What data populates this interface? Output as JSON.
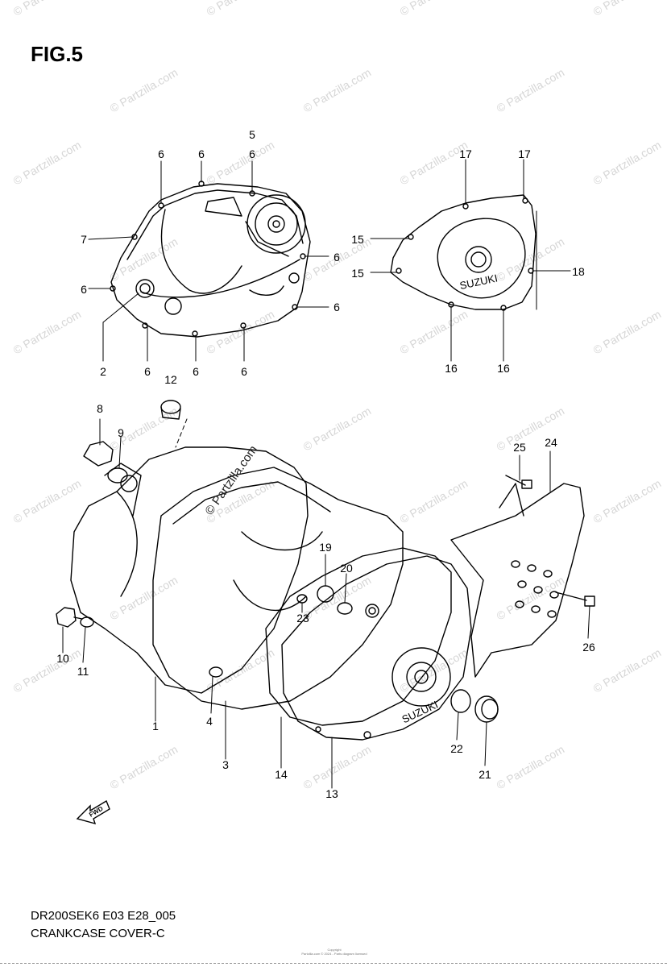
{
  "figure": {
    "title": "FIG.5",
    "model_code": "DR200SEK6 E03 E28_005",
    "caption": "CRANKCASE COVER-C",
    "copyright_line1": "Copyright",
    "copyright_line2": "Partzilla.com © 2024 - Parts diagram licensed"
  },
  "watermark": {
    "text": "© Partzilla.com",
    "center_text": "© Partzilla.com"
  },
  "brand_marks": {
    "small_cover": "SUZUKI",
    "large_cover": "SUZUKI",
    "fwd_arrow": "FWD"
  },
  "callouts": [
    {
      "id": "c5",
      "label": "5"
    },
    {
      "id": "c6a",
      "label": "6"
    },
    {
      "id": "c6b",
      "label": "6"
    },
    {
      "id": "c6c",
      "label": "6"
    },
    {
      "id": "c7",
      "label": "7"
    },
    {
      "id": "c6d",
      "label": "6"
    },
    {
      "id": "c6e",
      "label": "6"
    },
    {
      "id": "c6f",
      "label": "6"
    },
    {
      "id": "c2",
      "label": "2"
    },
    {
      "id": "c6g",
      "label": "6"
    },
    {
      "id": "c6h",
      "label": "6"
    },
    {
      "id": "c6i",
      "label": "6"
    },
    {
      "id": "c17a",
      "label": "17"
    },
    {
      "id": "c17b",
      "label": "17"
    },
    {
      "id": "c15a",
      "label": "15"
    },
    {
      "id": "c15b",
      "label": "15"
    },
    {
      "id": "c18",
      "label": "18"
    },
    {
      "id": "c16a",
      "label": "16"
    },
    {
      "id": "c16b",
      "label": "16"
    },
    {
      "id": "c12",
      "label": "12"
    },
    {
      "id": "c8",
      "label": "8"
    },
    {
      "id": "c9",
      "label": "9"
    },
    {
      "id": "c25",
      "label": "25"
    },
    {
      "id": "c24",
      "label": "24"
    },
    {
      "id": "c19",
      "label": "19"
    },
    {
      "id": "c20",
      "label": "20"
    },
    {
      "id": "c23",
      "label": "23"
    },
    {
      "id": "c10",
      "label": "10"
    },
    {
      "id": "c11",
      "label": "11"
    },
    {
      "id": "c26",
      "label": "26"
    },
    {
      "id": "c1",
      "label": "1"
    },
    {
      "id": "c4",
      "label": "4"
    },
    {
      "id": "c3",
      "label": "3"
    },
    {
      "id": "c14",
      "label": "14"
    },
    {
      "id": "c13",
      "label": "13"
    },
    {
      "id": "c22",
      "label": "22"
    },
    {
      "id": "c21",
      "label": "21"
    }
  ]
}
